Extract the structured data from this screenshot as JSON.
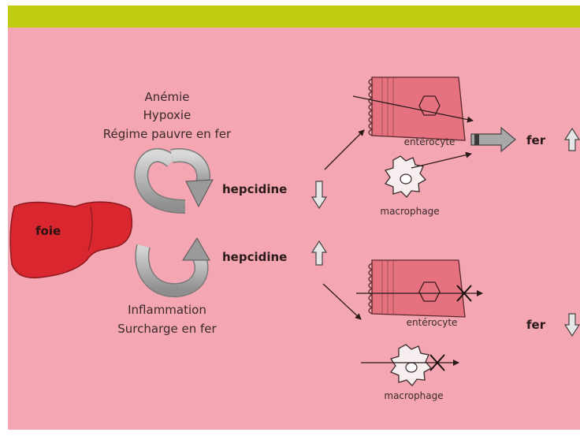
{
  "title_bar": {
    "color": "#c2cc12"
  },
  "background": "#f4a6b2",
  "liver": {
    "label": "foie",
    "color": "#d9262f"
  },
  "upper_pathway": {
    "causes": [
      "Anémie",
      "Hypoxie",
      "Régime pauvre en fer"
    ],
    "hormone": "hepcidine",
    "hormone_direction": "down",
    "cells": [
      "entérocyte",
      "macrophage"
    ],
    "result": "fer",
    "result_direction": "up"
  },
  "lower_pathway": {
    "causes": [
      "Inflammation",
      "Surcharge en fer"
    ],
    "hormone": "hepcidine",
    "hormone_direction": "up",
    "cells": [
      "entérocyte",
      "macrophage"
    ],
    "result": "fer",
    "result_direction": "down"
  },
  "icons": {
    "cycle_arrow": "curved-arrow-icon",
    "direction_up": "up-arrow-icon",
    "direction_down": "down-arrow-icon",
    "block": "x-mark-icon"
  }
}
